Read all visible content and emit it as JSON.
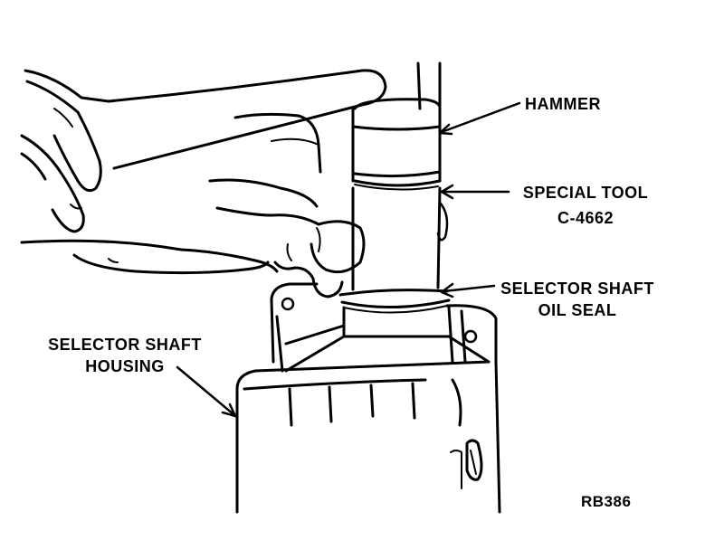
{
  "labels": {
    "hammer": "HAMMER",
    "special_tool_line1": "SPECIAL TOOL",
    "special_tool_line2": "C-4662",
    "oil_seal_line1": "SELECTOR SHAFT",
    "oil_seal_line2": "OIL SEAL",
    "housing_line1": "SELECTOR SHAFT",
    "housing_line2": "HOUSING",
    "figure_code": "RB386"
  },
  "colors": {
    "ink": "#000000",
    "paper": "#ffffff"
  }
}
